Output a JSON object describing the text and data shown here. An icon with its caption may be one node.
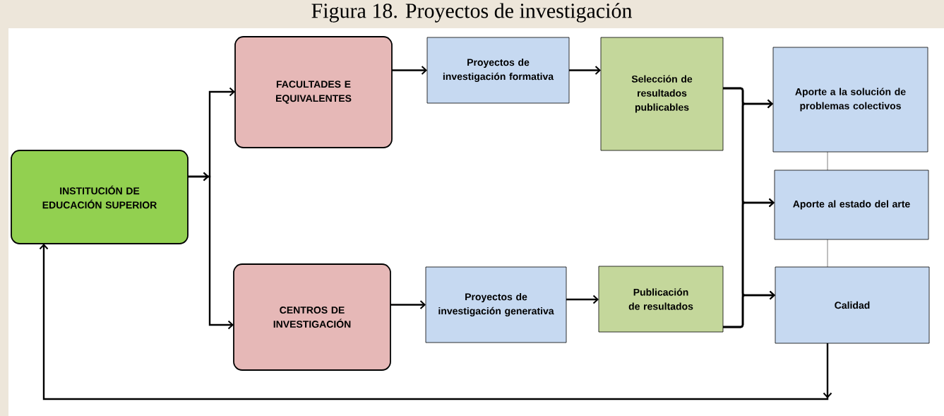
{
  "diagram": {
    "title": "Figura 18. Proyectos de investigación",
    "nodes": [
      {
        "text": [
          "INSTITUCIÓN DE EDUCACIÓN SUPERIOR"
        ]
      },
      {
        "text": [
          "FACULTADES E EQUIVALENTES"
        ]
      },
      {
        "text": [
          "CENTROS DE INVESTIGACIÓN"
        ]
      },
      {
        "text": [
          "Proyectos de investigación formativa"
        ]
      },
      {
        "text": [
          "Proyectos de investigación generativa"
        ]
      },
      {
        "text": [
          "Selección de resultados publicables"
        ]
      },
      {
        "text": [
          "Publicación de resultados"
        ]
      },
      {
        "text": [
          "Aporte a la solución de problemas colectivos"
        ]
      },
      {
        "text": [
          "Aporte al estado del arte"
        ]
      },
      {
        "text": [
          "Calidad"
        ]
      }
    ],
    "edges": [
      {
        "from": 0,
        "to": 1,
        "arrow": "to"
      },
      {
        "from": 0,
        "to": 2,
        "arrow": "to"
      },
      {
        "from": 1,
        "to": 3,
        "arrow": "to"
      },
      {
        "from": 2,
        "to": 4,
        "arrow": "to"
      },
      {
        "from": 3,
        "to": 5,
        "arrow": "to"
      },
      {
        "from": 4,
        "to": 6,
        "arrow": "to"
      },
      {
        "from": 5,
        "to": 7,
        "arrow": "to"
      },
      {
        "from": 5,
        "to": 8,
        "arrow": "to"
      },
      {
        "from": 5,
        "to": 9,
        "arrow": "to"
      },
      {
        "from": 6,
        "to": 7,
        "arrow": "to"
      },
      {
        "from": 6,
        "to": 8,
        "arrow": "to"
      },
      {
        "from": 6,
        "to": 9,
        "arrow": "to"
      },
      {
        "from": 7,
        "to": 8,
        "arrow": "none",
        "color": "#7f7f7f"
      },
      {
        "from": 8,
        "to": 9,
        "arrow": "none",
        "color": "#7f7f7f"
      },
      {
        "from": 9,
        "to": 0,
        "arrow": "to"
      }
    ]
  }
}
